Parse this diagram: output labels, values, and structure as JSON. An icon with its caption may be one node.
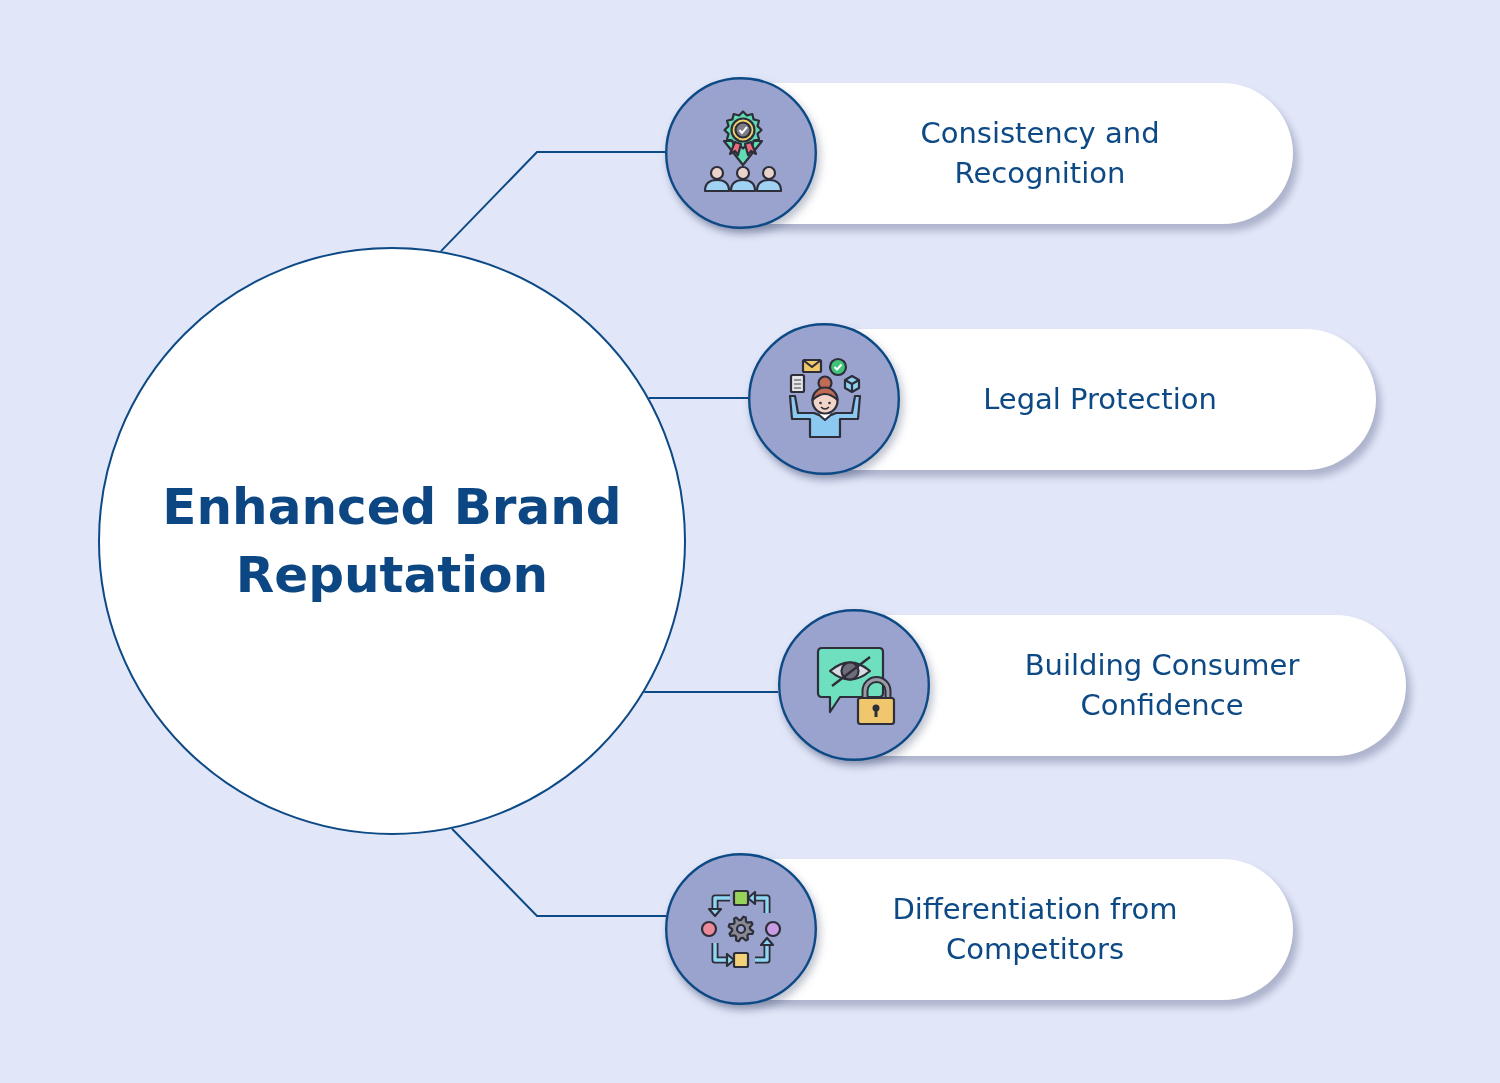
{
  "diagram": {
    "nodes": [
      {
        "text": [
          "Enhanced Brand Reputation"
        ]
      },
      {
        "text": [
          "Consistency and Recognition"
        ]
      },
      {
        "text": [
          "Legal Protection"
        ]
      },
      {
        "text": [
          "Building Consumer Confidence"
        ]
      },
      {
        "text": [
          "Differentiation from Competitors"
        ]
      }
    ],
    "edges": [
      {
        "from": 0,
        "to": 1,
        "arrow": "none"
      },
      {
        "from": 0,
        "to": 2,
        "arrow": "none"
      },
      {
        "from": 0,
        "to": 3,
        "arrow": "none"
      },
      {
        "from": 0,
        "to": 4,
        "arrow": "none"
      }
    ]
  }
}
